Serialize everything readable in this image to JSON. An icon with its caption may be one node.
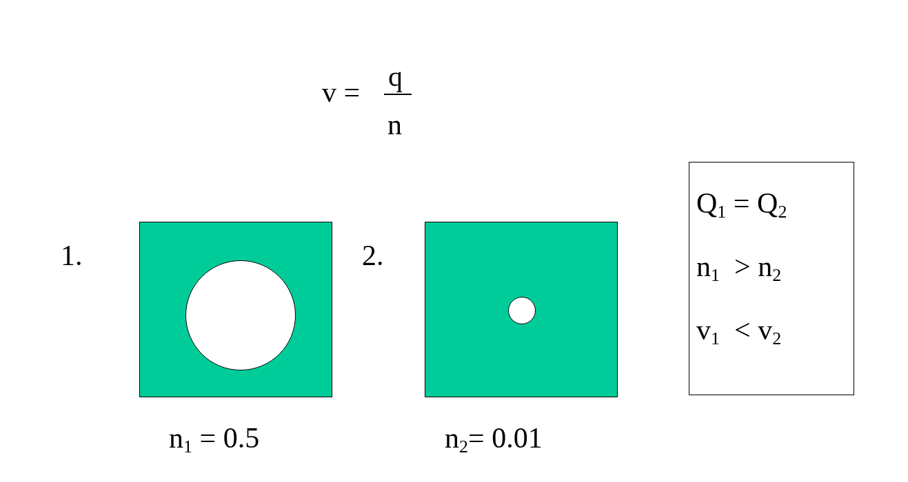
{
  "diagram": {
    "nodes": [
      {
        "text": [],
        "shape": "box"
      },
      {
        "text": [],
        "shape": "circle",
        "in": 0
      },
      {
        "text": [],
        "shape": "box"
      },
      {
        "text": [],
        "shape": "circle",
        "in": 2
      },
      {
        "text": [
          "Q$_{1}$ = Q$_{2}$",
          "n$_{1}$  > n$_{2}$",
          "v$_{1}$  < v$_{2}$"
        ]
      }
    ],
    "labels": [
      "v =",
      "q",
      "n",
      "1.",
      "2.",
      "n$_{1}$ = 0.5",
      "n$_{2}$= 0.01"
    ]
  }
}
